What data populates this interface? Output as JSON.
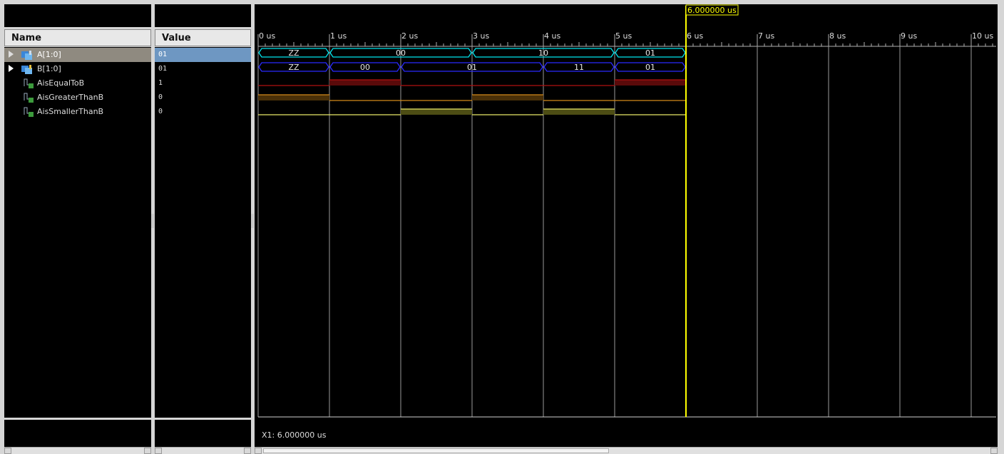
{
  "names_header": "Name",
  "values_header": "Value",
  "signals": [
    {
      "name": "A[1:0]",
      "value": "01",
      "kind": "bus",
      "selected": true
    },
    {
      "name": "B[1:0]",
      "value": "01",
      "kind": "bus",
      "selected": false
    },
    {
      "name": "AisEqualToB",
      "value": "1",
      "kind": "bit",
      "selected": false
    },
    {
      "name": "AisGreaterThanB",
      "value": "0",
      "kind": "bit",
      "selected": false
    },
    {
      "name": "AisSmallerThanB",
      "value": "0",
      "kind": "bit",
      "selected": false
    }
  ],
  "ruler_ticks": [
    "0 us",
    "1 us",
    "2 us",
    "3 us",
    "4 us",
    "5 us",
    "6 us",
    "7 us",
    "8 us",
    "9 us",
    "10 us"
  ],
  "cursor_time": 6,
  "cursor_label": "6.000000 us",
  "status_text": "X1: 6.000000 us",
  "waves": {
    "A": {
      "labels": [
        "ZZ",
        "00",
        "10",
        "01"
      ],
      "segments": [
        [
          0,
          1
        ],
        [
          1,
          3
        ],
        [
          3,
          5
        ],
        [
          5,
          6
        ]
      ],
      "color": "#00e5ee"
    },
    "B": {
      "labels": [
        "ZZ",
        "00",
        "01",
        "11",
        "01"
      ],
      "segments": [
        [
          0,
          1
        ],
        [
          1,
          2
        ],
        [
          2,
          4
        ],
        [
          4,
          5
        ],
        [
          5,
          6
        ]
      ],
      "color": "#2a2aff"
    },
    "AisEqualToB": {
      "levels": [
        0,
        1,
        0,
        0,
        0,
        1
      ],
      "color": "#b01010",
      "fill": "#5a0a0a"
    },
    "AisGreaterThanB": {
      "levels": [
        1,
        0,
        0,
        1,
        0,
        0
      ],
      "color": "#d48a1a",
      "fill": "#4a3008"
    },
    "AisSmallerThanB": {
      "levels": [
        0,
        0,
        1,
        0,
        1,
        0
      ],
      "color": "#e8e868",
      "fill": "#4d4d14"
    }
  },
  "colors": {
    "cursor": "#ffff00",
    "grid": "#b0b0b0"
  }
}
